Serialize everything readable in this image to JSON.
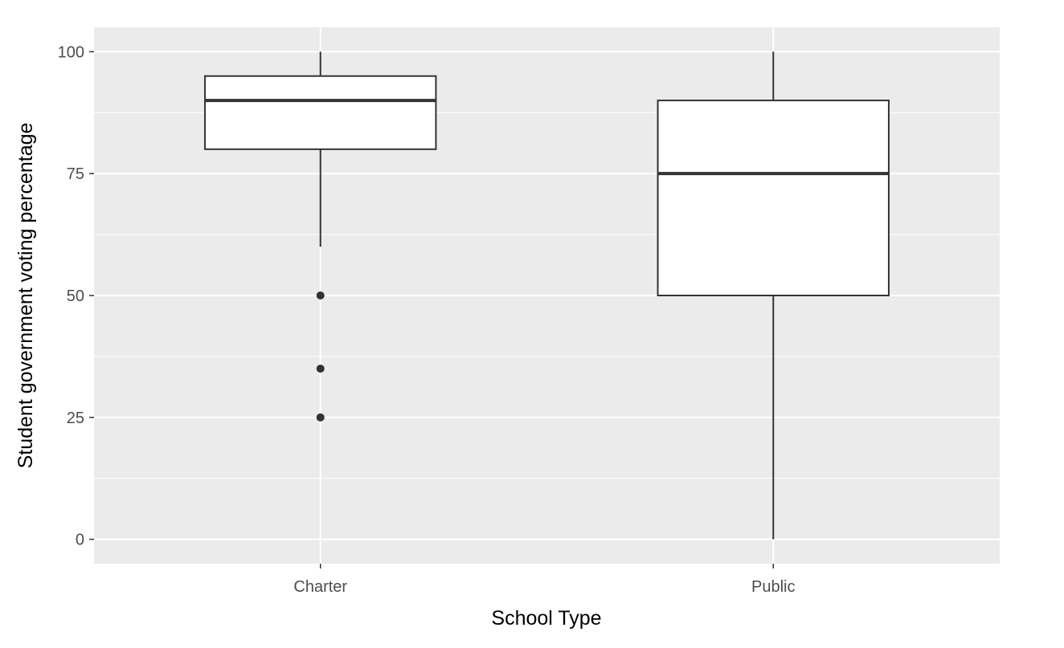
{
  "chart_data": {
    "type": "boxplot",
    "title": "",
    "xlabel": "School Type",
    "ylabel": "Student government voting percentage",
    "ylim": [
      -5,
      105
    ],
    "y_ticks": [
      0,
      25,
      50,
      75,
      100
    ],
    "y_tick_labels": [
      "0",
      "25",
      "50",
      "75",
      "100"
    ],
    "categories": [
      "Charter",
      "Public"
    ],
    "boxes": [
      {
        "category": "Charter",
        "whisker_low": 60,
        "q1": 80,
        "median": 90,
        "q3": 95,
        "whisker_high": 100,
        "outliers": [
          50,
          35,
          25
        ]
      },
      {
        "category": "Public",
        "whisker_low": 0,
        "q1": 50,
        "median": 75,
        "q3": 90,
        "whisker_high": 100,
        "outliers": []
      }
    ],
    "grid": true,
    "legend": "none",
    "colors": {
      "panel": "#ebebeb",
      "grid": "#ffffff",
      "box_fill": "#ffffff",
      "box_line": "#333333",
      "tick_text": "#4d4d4d",
      "axis_title": "#000000"
    }
  }
}
